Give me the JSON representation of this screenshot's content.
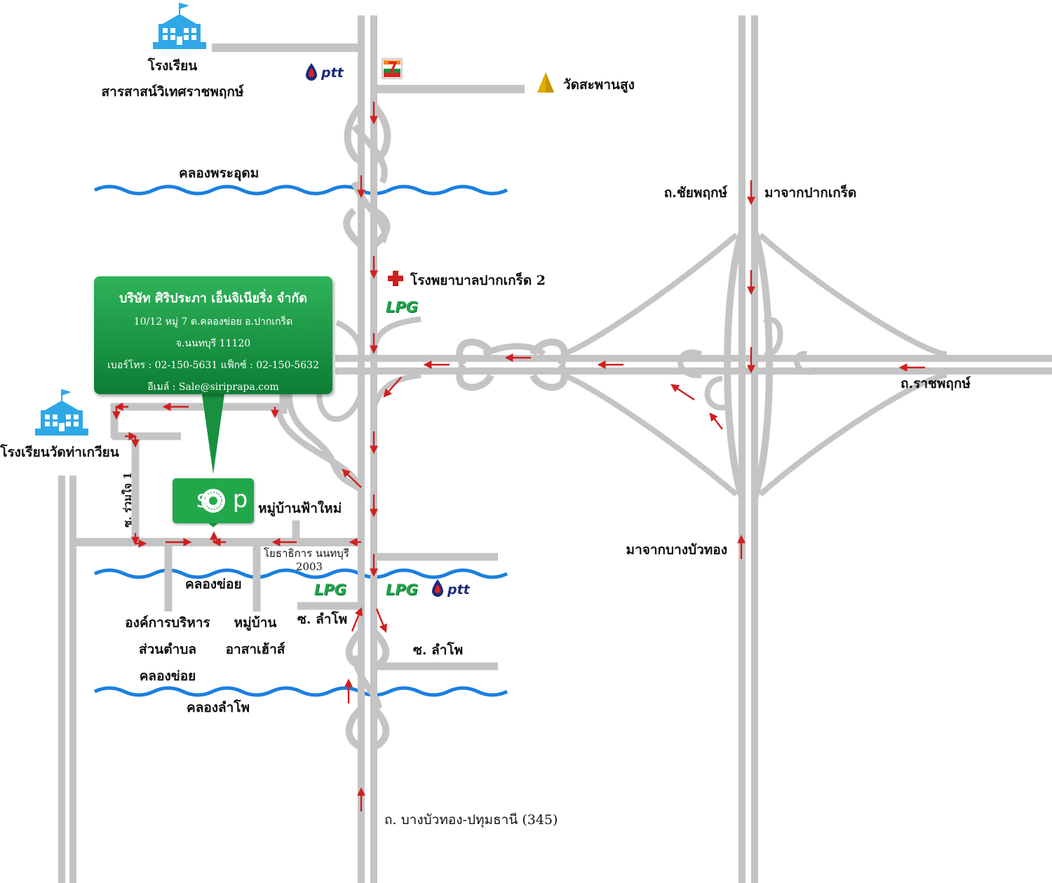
{
  "colors": {
    "road": "#c4c4c4",
    "river": "#1b7fe0",
    "arrow": "#d01f1f",
    "green": "#22a84b",
    "school": "#2ea8e6"
  },
  "labels": {
    "school1_line1": "โรงเรียน",
    "school1_line2": "สารสาสน์วิเทศราชพฤกษ์",
    "wat": "วัดสะพานสูง",
    "canal_phra_udom": "คลองพระอุดม",
    "hospital": "โรงพยาบาลปากเกร็ด 2",
    "chaiyaphruek": "ถ.ชัยพฤกษ์",
    "from_pakkret": "มาจากปากเกร็ด",
    "ratchaphruek": "ถ.ราชพฤกษ์",
    "school2": "โรงเรียนวัดท่าเกวียน",
    "soi_ruamjai": "ซ. ร่วมใจ 1",
    "village_fa_mai": "หมู่บ้านฟ้าใหม่",
    "yotha_line1": "โยธาธิการ นนทบุรี",
    "yotha_line2": "2003",
    "canal_khlong_khoi": "คลองข่อย",
    "obt_line1": "องค์การบริหาร",
    "obt_line2": "ส่วนตำบล",
    "obt_line3": "คลองข่อย",
    "asa_line1": "หมู่บ้าน",
    "asa_line2": "อาสาเฮ้าส์",
    "soi_lampho_left": "ซ. ลำโพ",
    "soi_lampho_right": "ซ. ลำโพ",
    "canal_lampho": "คลองลำโพ",
    "from_bangbuathong": "มาจากบางบัวทอง",
    "road_345": "ถ. บางบัวทอง-ปทุมธานี (345)"
  },
  "company": {
    "name": "บริษัท ศิริประภา เอ็นจิเนียริ่ง จำกัด",
    "address": "10/12 หมู่ 7 ต.คลองข่อย อ.ปากเกร็ด",
    "province": "จ.นนทบุรี 11120",
    "phone": "เบอร์โทร : 02-150-5631 แฟ็กซ์ : 02-150-5632",
    "email": "อีเมล์ : Sale@siriprapa.com",
    "logo_text": "spe"
  },
  "brands": {
    "lpg": "LPG",
    "ptt": "ptt",
    "seven_eleven": "7"
  },
  "icons": [
    "school-icon",
    "wat-icon",
    "hospital-cross-icon",
    "ptt-logo-icon",
    "seven-eleven-icon",
    "lpg-logo-icon",
    "direction-arrow-icon"
  ]
}
